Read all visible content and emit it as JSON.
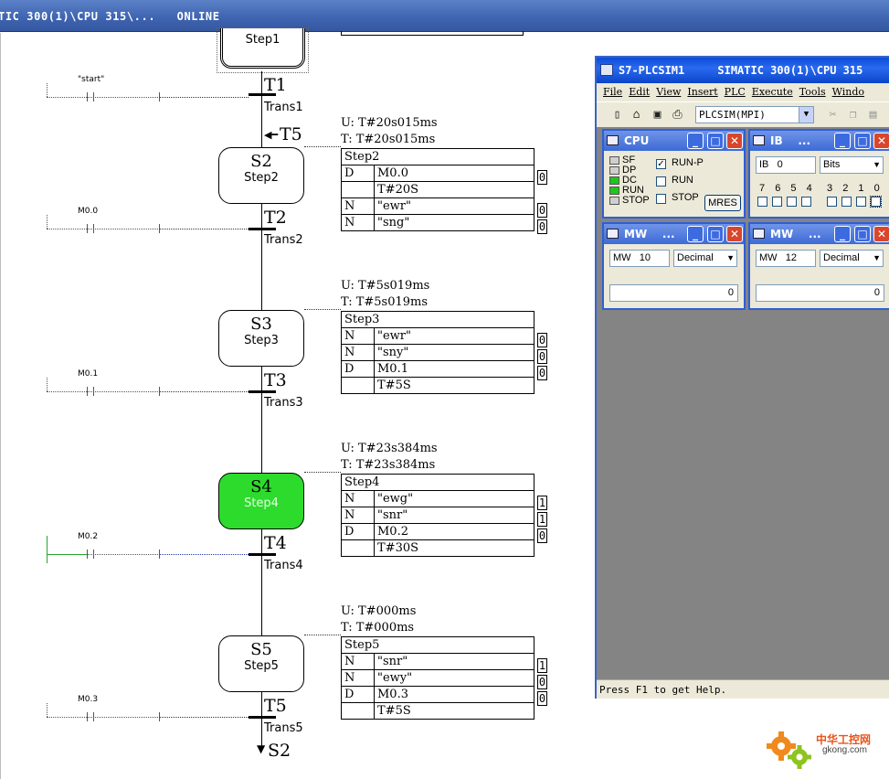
{
  "window": {
    "title": "TIC 300(1)\\CPU 315\\...   ONLINE"
  },
  "graph": {
    "initial_step": {
      "name": "Step1"
    },
    "start_contact": "\"start\"",
    "transitions": [
      {
        "label": "T1",
        "name": "Trans1",
        "contact": "\"start\""
      },
      {
        "label": "T2",
        "name": "Trans2",
        "contact": "M0.0"
      },
      {
        "label": "T3",
        "name": "Trans3",
        "contact": "M0.1"
      },
      {
        "label": "T4",
        "name": "Trans4",
        "contact": "M0.2"
      },
      {
        "label": "T5",
        "name": "Trans5",
        "contact": "M0.3"
      }
    ],
    "jump_in": "T5",
    "jump_out": "S2",
    "steps": [
      {
        "num": "S2",
        "name": "Step2",
        "active": false,
        "u": "U: T#20s015ms",
        "t": "T: T#20s015ms",
        "actions": [
          {
            "q": "D",
            "v": "M0.0",
            "val": "0"
          },
          {
            "q": "",
            "v": "T#20S",
            "val": ""
          },
          {
            "q": "N",
            "v": "\"ewr\"",
            "val": "0"
          },
          {
            "q": "N",
            "v": "\"sng\"",
            "val": "0"
          }
        ]
      },
      {
        "num": "S3",
        "name": "Step3",
        "active": false,
        "u": "U: T#5s019ms",
        "t": "T: T#5s019ms",
        "actions": [
          {
            "q": "N",
            "v": "\"ewr\"",
            "val": "0"
          },
          {
            "q": "N",
            "v": "\"sny\"",
            "val": "0"
          },
          {
            "q": "D",
            "v": "M0.1",
            "val": "0"
          },
          {
            "q": "",
            "v": "T#5S",
            "val": ""
          }
        ]
      },
      {
        "num": "S4",
        "name": "Step4",
        "active": true,
        "u": "U: T#23s384ms",
        "t": "T: T#23s384ms",
        "actions": [
          {
            "q": "N",
            "v": "\"ewg\"",
            "val": "1"
          },
          {
            "q": "N",
            "v": "\"snr\"",
            "val": "1"
          },
          {
            "q": "D",
            "v": "M0.2",
            "val": "0"
          },
          {
            "q": "",
            "v": "T#30S",
            "val": ""
          }
        ]
      },
      {
        "num": "S5",
        "name": "Step5",
        "active": false,
        "u": "U: T#000ms",
        "t": "T: T#000ms",
        "actions": [
          {
            "q": "N",
            "v": "\"snr\"",
            "val": "1"
          },
          {
            "q": "N",
            "v": "\"ewy\"",
            "val": "0"
          },
          {
            "q": "D",
            "v": "M0.3",
            "val": "0"
          },
          {
            "q": "",
            "v": "T#5S",
            "val": ""
          }
        ]
      }
    ]
  },
  "plcsim": {
    "title": "S7-PLCSIM1     SIMATIC 300(1)\\CPU 315",
    "menu": [
      "File",
      "Edit",
      "View",
      "Insert",
      "PLC",
      "Execute",
      "Tools",
      "Windo"
    ],
    "access_node": "PLCSIM(MPI)",
    "status": "Press F1 to get Help.",
    "cpu": {
      "title": "CPU",
      "leds": [
        {
          "label": "SF",
          "color": "#cfcfcf"
        },
        {
          "label": "DP",
          "color": "#cfcfcf"
        },
        {
          "label": "DC",
          "color": "#22c422"
        },
        {
          "label": "RUN",
          "color": "#22c422"
        },
        {
          "label": "STOP",
          "color": "#cfcfcf"
        }
      ],
      "modes": [
        {
          "label": "RUN-P",
          "checked": true
        },
        {
          "label": "RUN",
          "checked": false
        },
        {
          "label": "STOP",
          "checked": false
        }
      ],
      "mres": "MRES"
    },
    "ib": {
      "title": "IB    ...",
      "addr_label": "IB",
      "addr": "0",
      "format": "Bits",
      "bits_hi": [
        "7",
        "6",
        "5",
        "4"
      ],
      "bits_lo": [
        "3",
        "2",
        "1",
        "0"
      ]
    },
    "mw1": {
      "title": "MW    ...",
      "addr_label": "MW",
      "addr": "10",
      "format": "Decimal",
      "value": "0"
    },
    "mw2": {
      "title": "MW    ...",
      "addr_label": "MW",
      "addr": "12",
      "format": "Decimal",
      "value": "0"
    }
  },
  "logo": {
    "cn": "中华工控网",
    "en": "gkong.com"
  }
}
